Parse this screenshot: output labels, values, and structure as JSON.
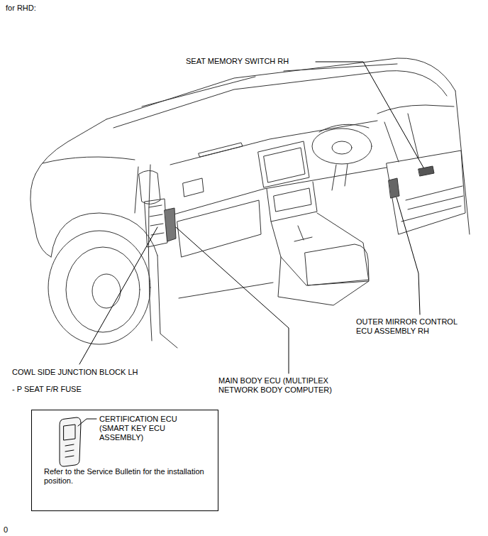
{
  "diagram": {
    "title": "for RHD:",
    "nodes": [
      {
        "text": [
          "CERTIFICATION ECU (SMART KEY ECU ASSEMBLY)",
          "Refer to the Service Bulletin for the installation position."
        ]
      }
    ],
    "labels": [
      "SEAT MEMORY SWITCH RH",
      "OUTER MIRROR CONTROL ECU ASSEMBLY RH",
      "COWL SIDE JUNCTION BLOCK LH",
      "- P SEAT F/R FUSE",
      "MAIN BODY ECU (MULTIPLEX NETWORK BODY COMPUTER)",
      "0"
    ]
  }
}
